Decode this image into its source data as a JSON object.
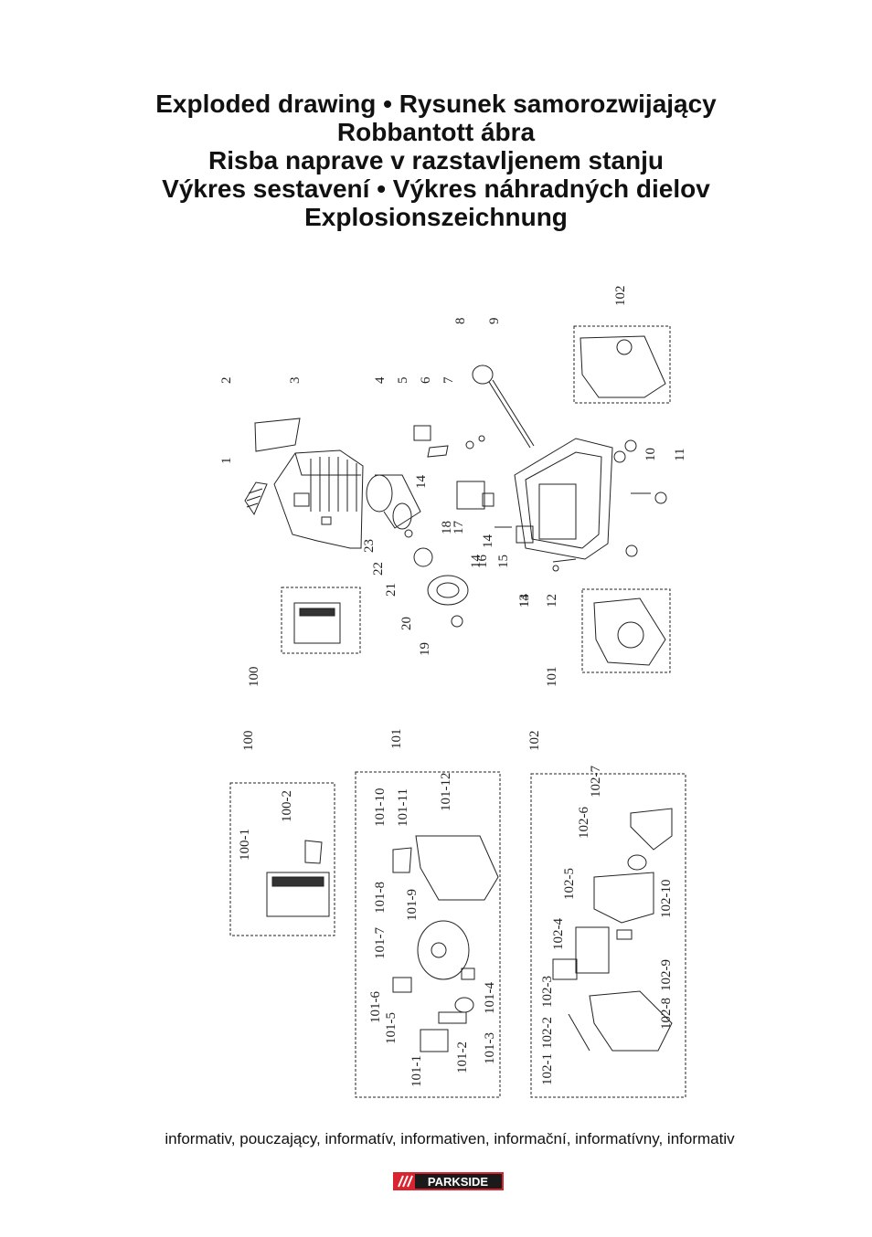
{
  "title_lines": [
    "Exploded drawing • Rysunek samorozwijający",
    "Robbantott ábra",
    "Risba naprave v razstavljenem stanju",
    "Výkres sestavení • Výkres náhradných dielov",
    "Explosionszeichnung"
  ],
  "footer": "informativ, pouczający, informatív, informativen, informační, informatívny, informativ",
  "brand": "PARKSIDE",
  "colors": {
    "ink": "#222222",
    "logo_bg": "#d9232e",
    "logo_text": "#ffffff"
  },
  "labels": {
    "main": [
      "1",
      "2",
      "3",
      "4",
      "5",
      "6",
      "7",
      "8",
      "9",
      "10",
      "11",
      "12",
      "13",
      "14",
      "14",
      "14",
      "14",
      "15",
      "16",
      "17",
      "18",
      "19",
      "20",
      "21",
      "22",
      "23",
      "100",
      "101",
      "102"
    ],
    "sub100": [
      "100",
      "100-1",
      "100-2"
    ],
    "sub101": [
      "101",
      "101-1",
      "101-2",
      "101-3",
      "101-4",
      "101-5",
      "101-6",
      "101-7",
      "101-8",
      "101-9",
      "101-10",
      "101-11",
      "101-12"
    ],
    "sub102": [
      "102",
      "102-1",
      "102-2",
      "102-3",
      "102-4",
      "102-5",
      "102-6",
      "102-7",
      "102-8",
      "102-9",
      "102-10"
    ]
  }
}
